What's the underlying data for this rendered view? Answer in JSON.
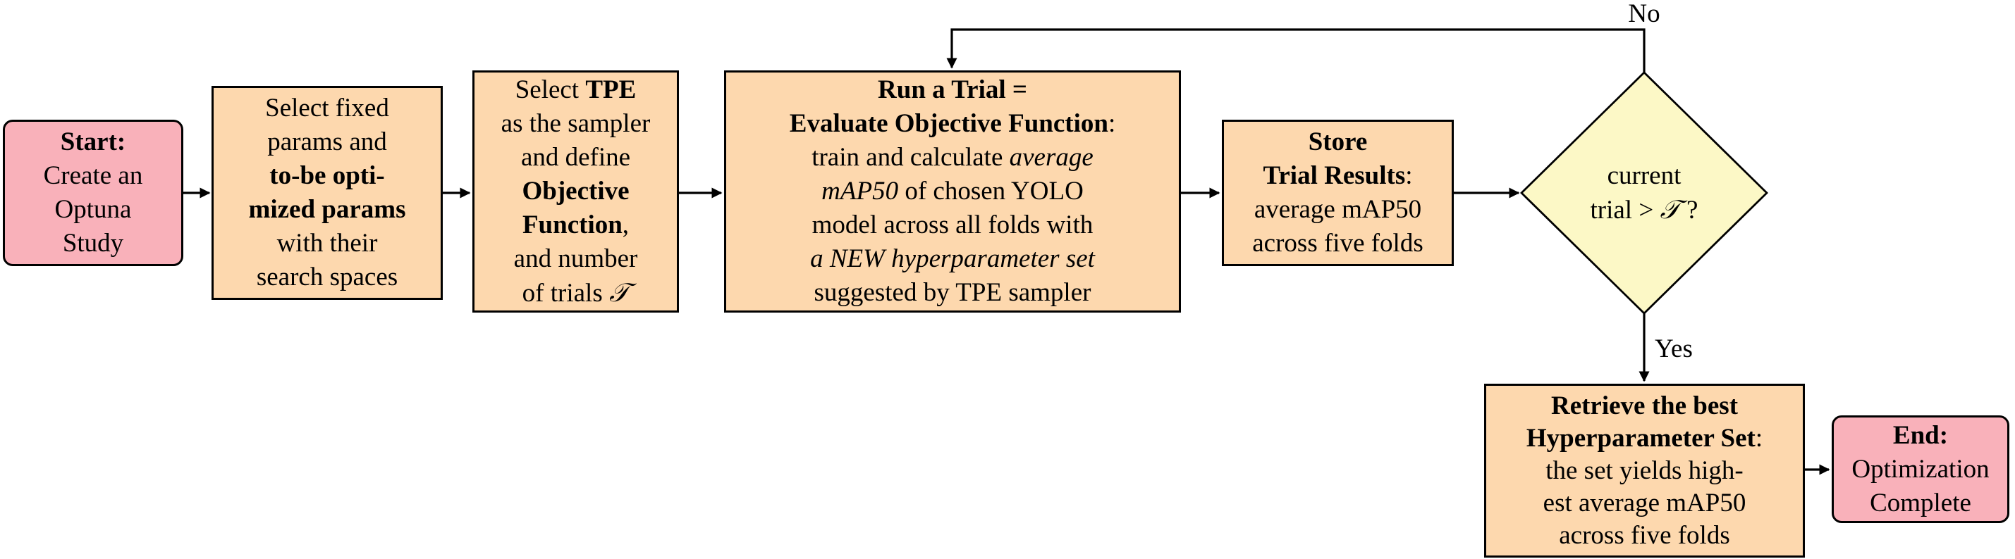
{
  "colors": {
    "line": "#000000",
    "process_fill": "#fdd8ae",
    "terminal_fill": "#f9b1ba",
    "decision_fill": "#fcf8c6",
    "background": "#ffffff",
    "text": "#000000"
  },
  "nodes": {
    "start": {
      "shape": "rounded-rectangle",
      "lines": [
        [
          {
            "t": "Start:",
            "b": 1
          }
        ],
        [
          {
            "t": "Create an"
          }
        ],
        [
          {
            "t": "Optuna"
          }
        ],
        [
          {
            "t": "Study"
          }
        ]
      ]
    },
    "select_params": {
      "shape": "rectangle",
      "lines": [
        [
          {
            "t": "Select fixed"
          }
        ],
        [
          {
            "t": "params and"
          }
        ],
        [
          {
            "t": "to-be opti-",
            "b": 1
          }
        ],
        [
          {
            "t": "mized params",
            "b": 1
          }
        ],
        [
          {
            "t": "with their"
          }
        ],
        [
          {
            "t": "search spaces"
          }
        ]
      ]
    },
    "select_tpe": {
      "shape": "rectangle",
      "lines": [
        [
          {
            "t": "Select "
          },
          {
            "t": "TPE",
            "b": 1
          }
        ],
        [
          {
            "t": "as the sampler"
          }
        ],
        [
          {
            "t": "and define"
          }
        ],
        [
          {
            "t": "Objective",
            "b": 1
          }
        ],
        [
          {
            "t": "Function",
            "b": 1
          },
          {
            "t": ","
          }
        ],
        [
          {
            "t": "and number"
          }
        ],
        [
          {
            "t": "of trials "
          },
          {
            "t": "𝒯",
            "s": 1
          }
        ]
      ]
    },
    "run_trial": {
      "shape": "rectangle",
      "lines": [
        [
          {
            "t": "Run a Trial =",
            "b": 1
          }
        ],
        [
          {
            "t": "Evaluate Objective Function",
            "b": 1
          },
          {
            "t": ":"
          }
        ],
        [
          {
            "t": "train and calculate "
          },
          {
            "t": "average",
            "i": 1
          }
        ],
        [
          {
            "t": "mAP50",
            "i": 1
          },
          {
            "t": " of chosen YOLO"
          }
        ],
        [
          {
            "t": "model across all folds with"
          }
        ],
        [
          {
            "t": "a NEW hyperparameter set",
            "i": 1
          }
        ],
        [
          {
            "t": "suggested by TPE sampler"
          }
        ]
      ]
    },
    "store_results": {
      "shape": "rectangle",
      "lines": [
        [
          {
            "t": "Store",
            "b": 1
          }
        ],
        [
          {
            "t": "Trial Results",
            "b": 1
          },
          {
            "t": ":"
          }
        ],
        [
          {
            "t": "average mAP50"
          }
        ],
        [
          {
            "t": "across five folds"
          }
        ]
      ]
    },
    "decision": {
      "shape": "diamond",
      "lines": [
        [
          {
            "t": "current"
          }
        ],
        [
          {
            "t": "trial > "
          },
          {
            "t": "𝒯",
            "s": 1
          },
          {
            "t": " ?"
          }
        ]
      ]
    },
    "retrieve": {
      "shape": "rectangle",
      "lines": [
        [
          {
            "t": "Retrieve the best",
            "b": 1
          }
        ],
        [
          {
            "t": "Hyperparameter Set",
            "b": 1
          },
          {
            "t": ":"
          }
        ],
        [
          {
            "t": "the set yields high-"
          }
        ],
        [
          {
            "t": "est average mAP50"
          }
        ],
        [
          {
            "t": "across five folds"
          }
        ]
      ]
    },
    "end": {
      "shape": "rounded-rectangle",
      "lines": [
        [
          {
            "t": "End:",
            "b": 1
          }
        ],
        [
          {
            "t": "Optimization"
          }
        ],
        [
          {
            "t": "Complete"
          }
        ]
      ]
    }
  },
  "edges": {
    "no_label": "No",
    "yes_label": "Yes"
  }
}
